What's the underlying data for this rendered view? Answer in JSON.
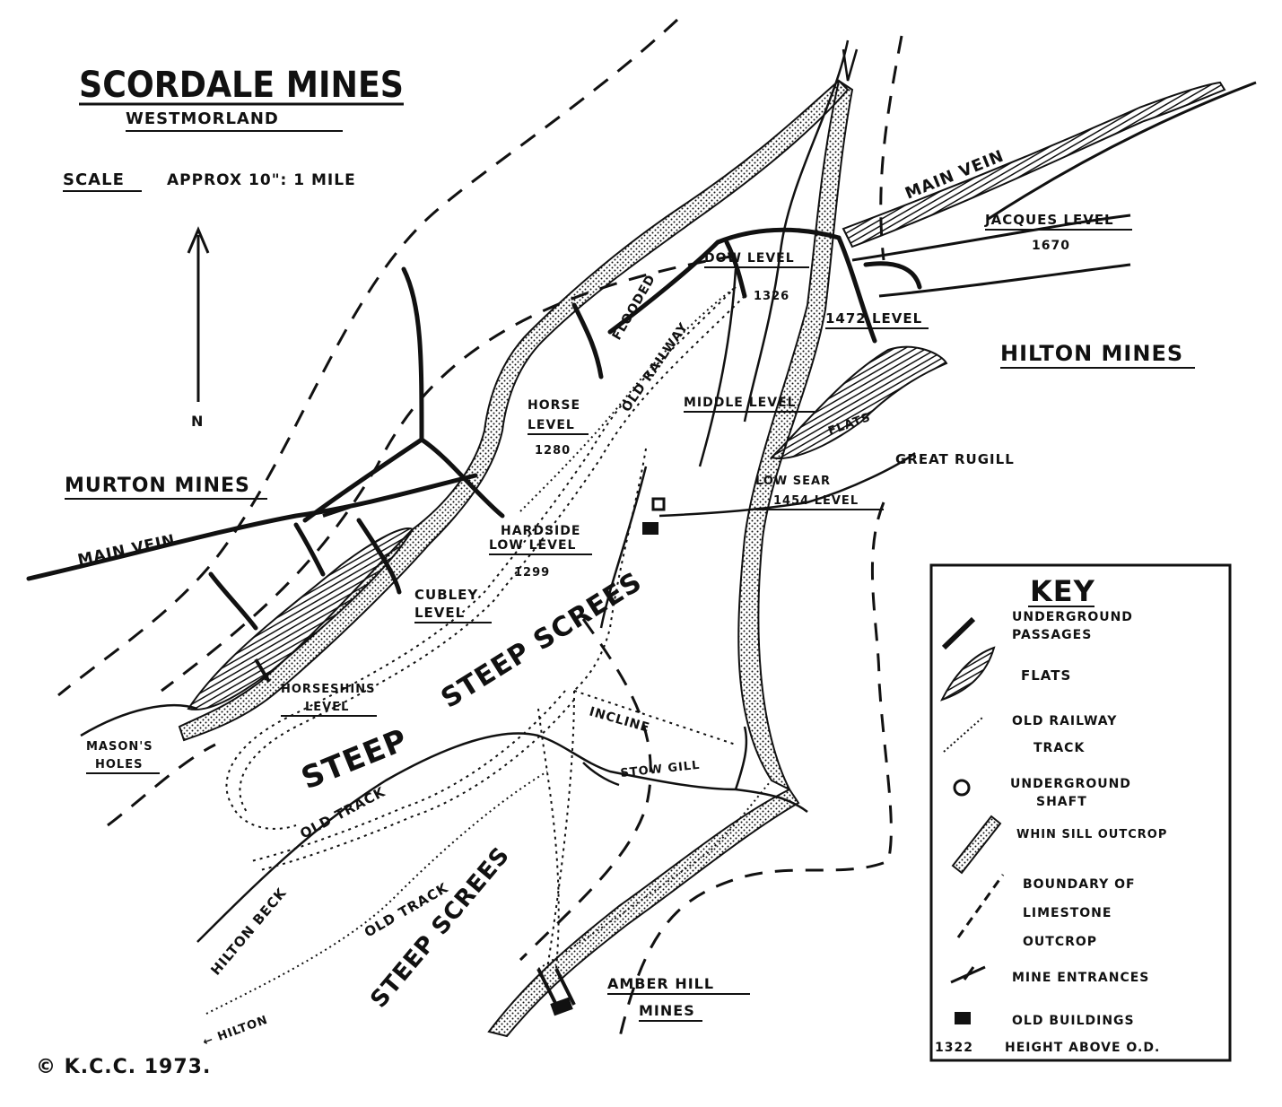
{
  "title": "SCORDALE MINES",
  "subtitle": "WESTMORLAND",
  "scale": {
    "label": "SCALE",
    "value": "APPROX 10\": 1 MILE"
  },
  "north_label": "N",
  "labels": {
    "murton_mines": "MURTON MINES",
    "hilton_mines": "HILTON MINES",
    "amber_hill_line1": "AMBER HILL",
    "amber_hill_line2": "MINES",
    "main_vein_west": "MAIN VEIN",
    "main_vein_east": "MAIN VEIN",
    "jacques_level": "JACQUES LEVEL",
    "jacques_height": "1670",
    "dow_level": "DOW LEVEL",
    "dow_height": "1326",
    "level_1472": "1472 LEVEL",
    "flooded": "FLOODED",
    "old_railway": "OLD RAILWAY",
    "horse_level_line1": "HORSE",
    "horse_level_line2": "LEVEL",
    "horse_height": "1280",
    "middle_level": "MIDDLE LEVEL",
    "flats": "FLATS",
    "low_level_line1": "LOW SEAR",
    "low_level_line2": "1454 LEVEL",
    "great_rugill": "GREAT RUGILL",
    "hardside_line1": "HARDSIDE",
    "hardside_line2": "LOW LEVEL",
    "hardside_height": "1299",
    "cubley_line1": "CUBLEY",
    "cubley_line2": "LEVEL",
    "horseshins_line1": "HORSESHINS",
    "horseshins_line2": "LEVEL",
    "masons_line1": "MASON'S",
    "masons_line2": "HOLES",
    "steep_screes_1": "STEEP SCREES",
    "steep_screes_2": "STEEP",
    "steep_screes_3": "STEEP SCREES",
    "old_track_1": "OLD TRACK",
    "old_track_2": "OLD TRACK",
    "incline": "INCLINE",
    "stow_gill": "STOW GILL",
    "hilton_beck": "HILTON BECK",
    "to_hilton": "← HILTON",
    "copyright": "© K.C.C. 1973."
  },
  "key": {
    "heading": "KEY",
    "items": [
      {
        "icon": "underground-passage-icon",
        "lines": [
          "UNDERGROUND",
          "PASSAGES"
        ]
      },
      {
        "icon": "flats-icon",
        "lines": [
          "FLATS"
        ]
      },
      {
        "icon": "railway-track-icon",
        "lines": [
          "OLD RAILWAY",
          "TRACK"
        ]
      },
      {
        "icon": "shaft-icon",
        "lines": [
          "UNDERGROUND",
          "SHAFT"
        ]
      },
      {
        "icon": "whin-sill-icon",
        "lines": [
          "WHIN SILL OUTCROP"
        ]
      },
      {
        "icon": "limestone-boundary-icon",
        "lines": [
          "BOUNDARY OF",
          "LIMESTONE",
          "OUTCROP"
        ]
      },
      {
        "icon": "mine-entrance-icon",
        "lines": [
          "MINE ENTRANCES"
        ]
      },
      {
        "icon": "building-icon",
        "lines": [
          "OLD BUILDINGS"
        ]
      },
      {
        "icon": "height-label",
        "prefix": "1322",
        "lines": [
          "HEIGHT ABOVE O.D."
        ]
      }
    ]
  }
}
